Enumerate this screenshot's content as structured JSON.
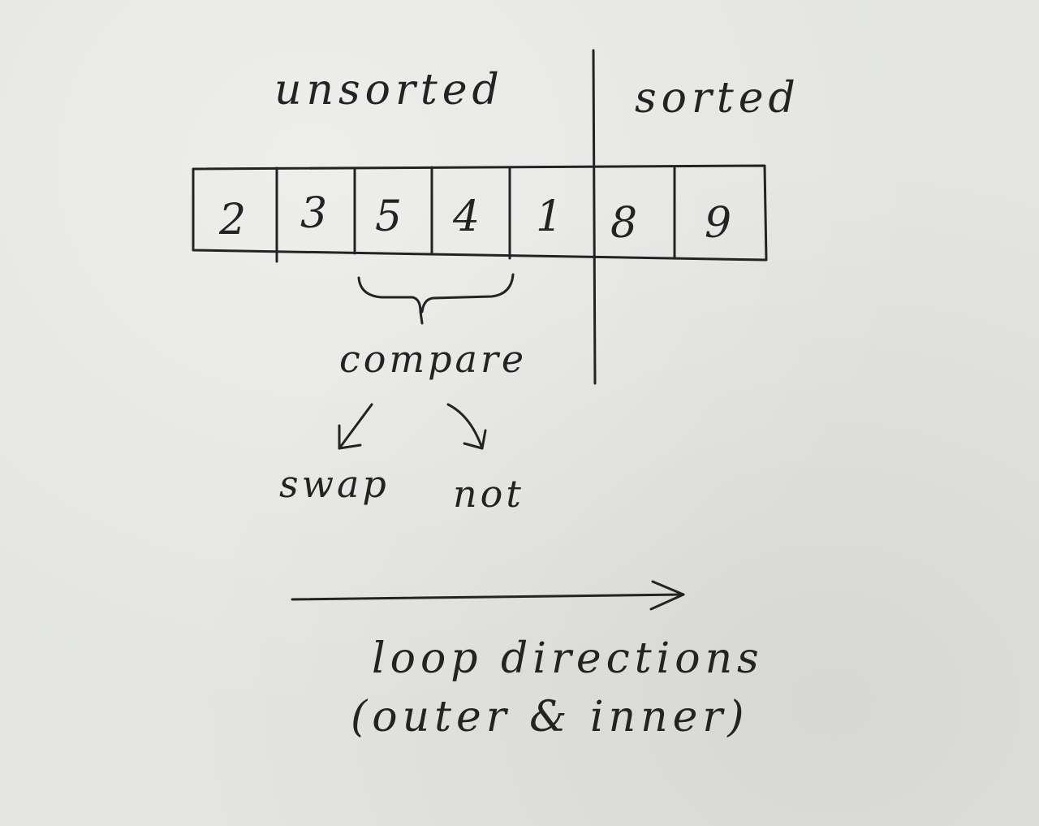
{
  "labels": {
    "unsorted": "unsorted",
    "sorted": "sorted",
    "compare": "compare",
    "swap": "swap",
    "not": "not",
    "loop_line1": "loop directions",
    "loop_line2": "(outer & inner)"
  },
  "array": {
    "cells": [
      "2",
      "3",
      "5",
      "4",
      "1",
      "8",
      "9"
    ]
  },
  "colors": {
    "ink": "#232323",
    "paper": "#e4e5e1"
  }
}
